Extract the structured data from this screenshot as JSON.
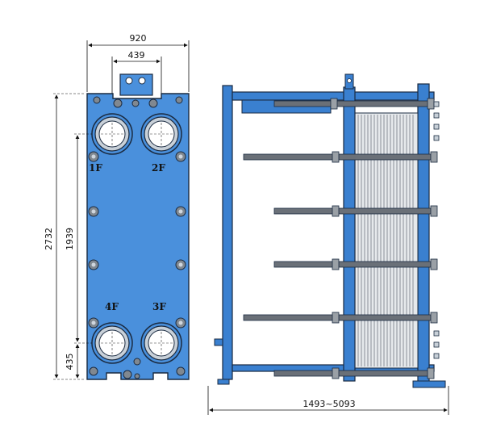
{
  "dimensions": {
    "overall_width": "920",
    "port_spacing": "439",
    "overall_height": "2732",
    "port_vertical": "1939",
    "bottom_port": "435",
    "frame_length": "1493~5093"
  },
  "ports": {
    "p1": "1F",
    "p2": "2F",
    "p3": "3F",
    "p4": "4F"
  },
  "colors": {
    "plate": "#4a90dc",
    "frame": "#3a80d0",
    "outline": "#1a2a40",
    "bolt": "#808890",
    "port_ring": "#c8d0d8"
  }
}
